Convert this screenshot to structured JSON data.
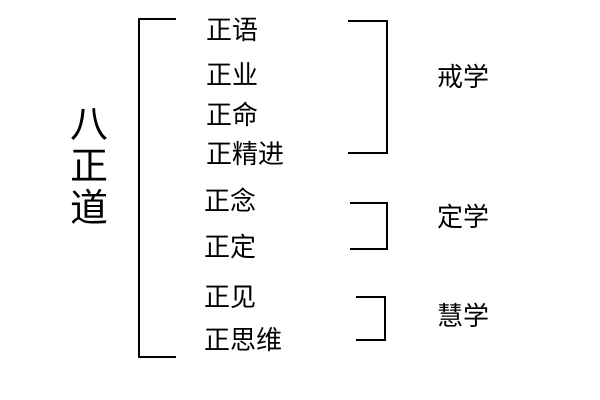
{
  "title_chars": [
    "八",
    "正",
    "道"
  ],
  "practices": [
    "正语",
    "正业",
    "正命",
    "正精进",
    "正念",
    "正定",
    "正见",
    "正思维"
  ],
  "groups": [
    "戒学",
    "定学",
    "慧学"
  ],
  "colors": {
    "ink": "#000000",
    "background": "#ffffff"
  }
}
